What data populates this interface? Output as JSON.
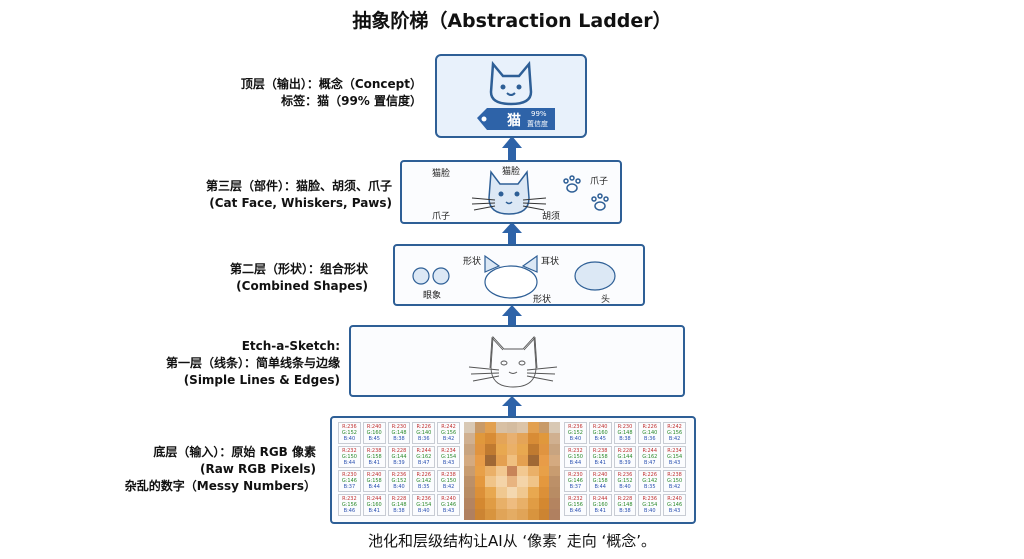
{
  "title": "抽象阶梯（Abstraction Ladder）",
  "caption": "池化和层级结构让AI从 ‘像素’ 走向 ‘概念’。",
  "levels": {
    "top": {
      "line1": "顶层（输出）：概念（Concept）",
      "line2": "标签：猫（99% 置信度）",
      "tag_main": "猫",
      "tag_pct": "99%",
      "tag_conf": "置信度"
    },
    "third": {
      "line1": "第三层（部件）：猫脸、胡须、爪子",
      "line2": "(Cat Face, Whiskers, Paws)",
      "face_left": "猫脸",
      "face_top": "猫脸",
      "paws_left": "爪子",
      "paws_right": "爪子",
      "whiskers": "胡须"
    },
    "second": {
      "line1": "第二层（形状）：组合形状",
      "line2": "(Combined Shapes)",
      "eyes": "眼象",
      "shape_a": "形状",
      "ears": "耳状",
      "shape_b": "形状",
      "head": "头"
    },
    "first": {
      "line1": "Etch-a-Sketch:",
      "line2": "第一层（线条）：简单线条与边缘",
      "line3": "(Simple Lines & Edges)"
    },
    "bottom": {
      "line1": "底层（输入）：原始 RGB 像素",
      "line2": "(Raw RGB Pixels)",
      "line3": "杂乱的数字（Messy Numbers）"
    }
  },
  "colors": {
    "box_border": "#2e5f96",
    "arrow": "#2e63a8",
    "top_fill": "#e8f1fb",
    "tag": "#2e63a8"
  }
}
